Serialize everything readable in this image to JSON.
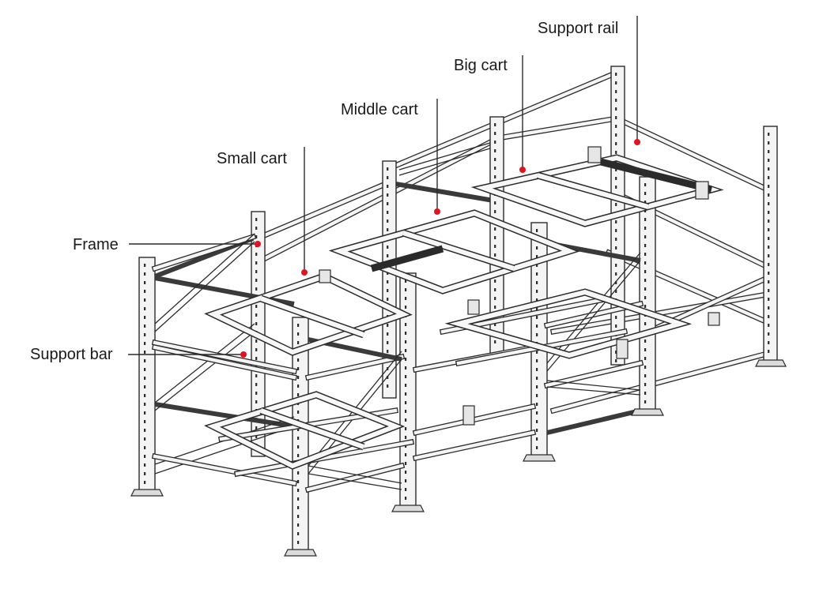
{
  "labels": {
    "support_rail": "Support rail",
    "big_cart": "Big cart",
    "middle_cart": "Middle cart",
    "small_cart": "Small cart",
    "frame": "Frame",
    "support_bar": "Support bar"
  },
  "colors": {
    "marker": "#e0141e",
    "line": "#2b2b2b",
    "background": "#ffffff"
  }
}
